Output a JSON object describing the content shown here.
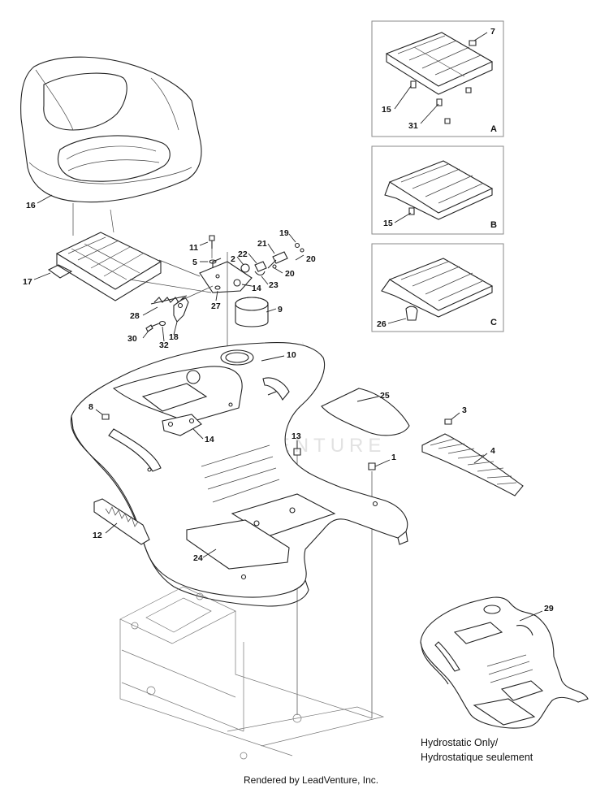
{
  "inset_letters": [
    "A",
    "B",
    "C"
  ],
  "part_labels": [
    {
      "id": "p16",
      "text": "16"
    },
    {
      "id": "p17",
      "text": "17"
    },
    {
      "id": "p11",
      "text": "11"
    },
    {
      "id": "p5",
      "text": "5"
    },
    {
      "id": "p2",
      "text": "2"
    },
    {
      "id": "p22",
      "text": "22"
    },
    {
      "id": "p21",
      "text": "21"
    },
    {
      "id": "p19",
      "text": "19"
    },
    {
      "id": "p20a",
      "text": "20"
    },
    {
      "id": "p20b",
      "text": "20"
    },
    {
      "id": "p23",
      "text": "23"
    },
    {
      "id": "p14a",
      "text": "14"
    },
    {
      "id": "p27",
      "text": "27"
    },
    {
      "id": "p28",
      "text": "28"
    },
    {
      "id": "p18",
      "text": "18"
    },
    {
      "id": "p30",
      "text": "30"
    },
    {
      "id": "p32",
      "text": "32"
    },
    {
      "id": "p9",
      "text": "9"
    },
    {
      "id": "p10",
      "text": "10"
    },
    {
      "id": "p25",
      "text": "25"
    },
    {
      "id": "p8",
      "text": "8"
    },
    {
      "id": "p14b",
      "text": "14"
    },
    {
      "id": "p13",
      "text": "13"
    },
    {
      "id": "p1",
      "text": "1"
    },
    {
      "id": "p3",
      "text": "3"
    },
    {
      "id": "p4",
      "text": "4"
    },
    {
      "id": "p12",
      "text": "12"
    },
    {
      "id": "p24",
      "text": "24"
    },
    {
      "id": "p29",
      "text": "29"
    },
    {
      "id": "p7",
      "text": "7"
    },
    {
      "id": "p15a",
      "text": "15"
    },
    {
      "id": "p31",
      "text": "31"
    },
    {
      "id": "p15b",
      "text": "15"
    },
    {
      "id": "p26",
      "text": "26"
    }
  ],
  "note_line1": "Hydrostatic Only/",
  "note_line2": "Hydrostatique seulement",
  "credit": "Rendered by LeadVenture, Inc.",
  "watermark": "LEADVENTURE"
}
